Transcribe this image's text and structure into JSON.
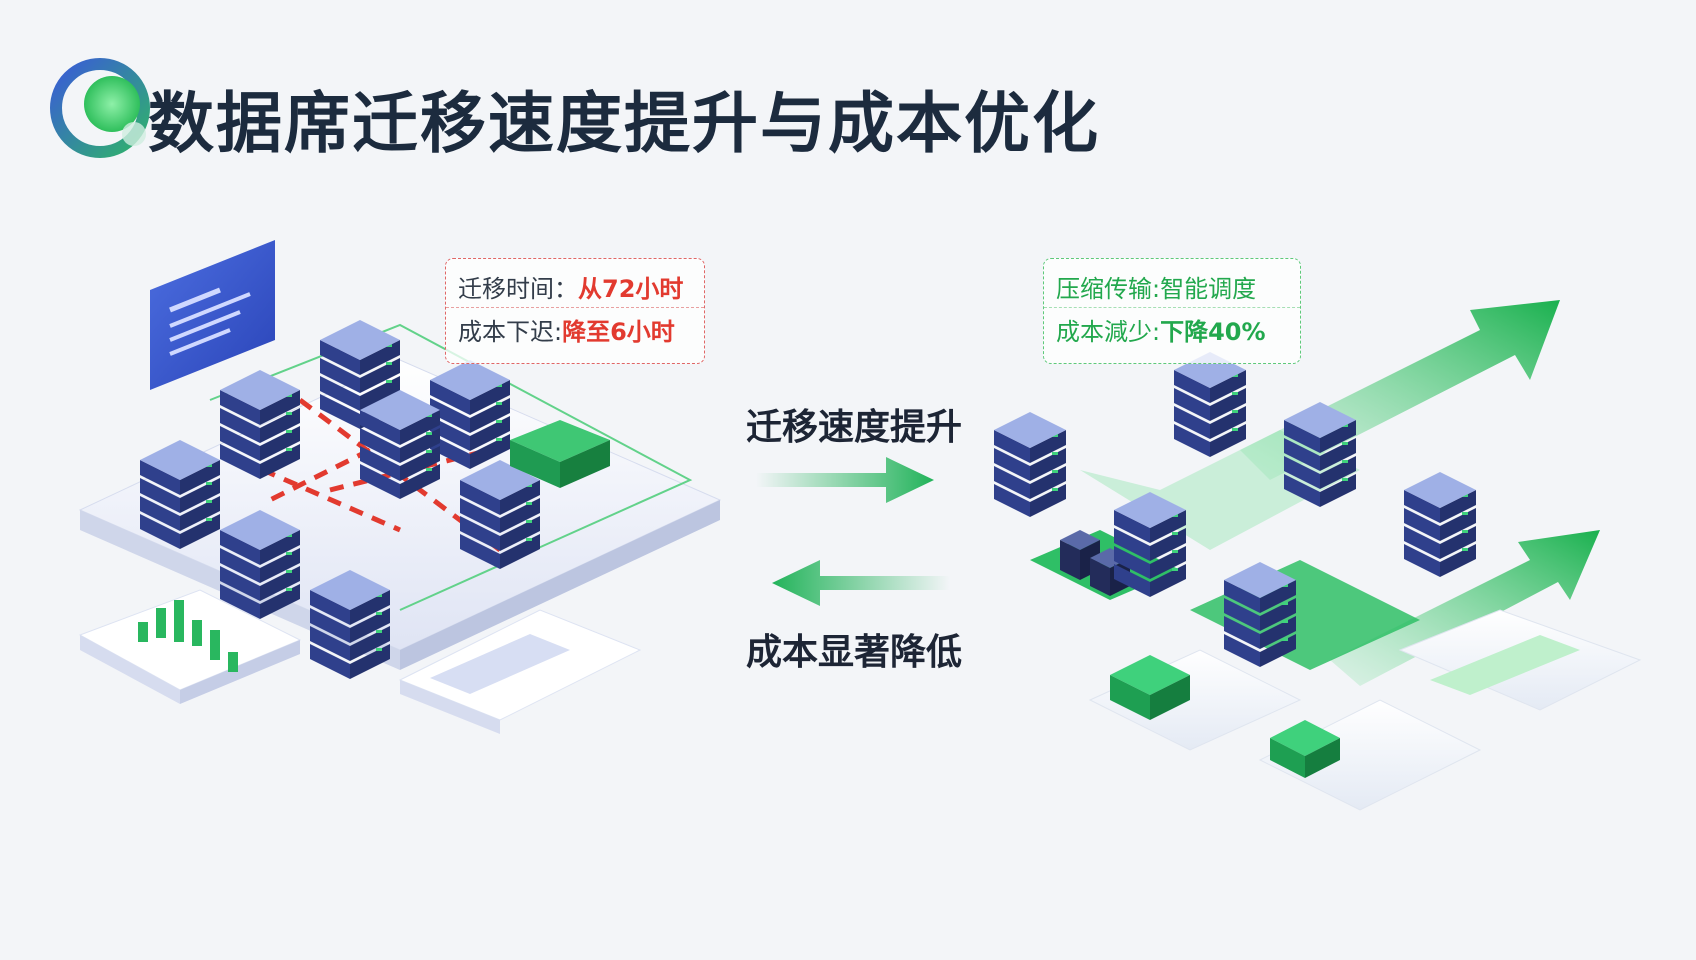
{
  "title": "数据席迁移速度提升与成本优化",
  "callouts": {
    "left": {
      "row1_label": "迁移时间：",
      "row1_value": "从72小时",
      "row2_label": "成本下迟:",
      "row2_value": "降至6小时"
    },
    "right": {
      "row1_label": "压缩传输: ",
      "row1_value": "智能调度",
      "row2_label": "成本減少: ",
      "row2_value": "下降40%"
    }
  },
  "center": {
    "top_label": "迁移速度提升",
    "bottom_label": "成本显著降低"
  },
  "colors": {
    "server_blue": "#3b4f9e",
    "server_light": "#8a9bd6",
    "accent_green": "#22b35a",
    "accent_red": "#e23a2f",
    "title_dark": "#1c2b3e"
  },
  "icons": [
    "logo-ring-icon",
    "server-stack-icon",
    "monitor-icon",
    "bar-chart-icon",
    "arrow-right-icon",
    "arrow-left-icon"
  ]
}
